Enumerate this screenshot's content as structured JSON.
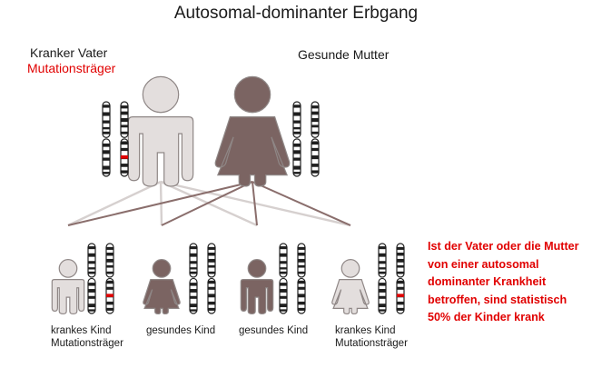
{
  "title": "Autosomal-dominanter Erbgang",
  "father": {
    "label": "Kranker Vater",
    "sublabel": "Mutationsträger"
  },
  "mother": {
    "label": "Gesunde Mutter"
  },
  "children": [
    {
      "label": "krankes Kind",
      "sublabel": "Mutationsträger"
    },
    {
      "label": "gesundes Kind"
    },
    {
      "label": "gesundes Kind"
    },
    {
      "label": "krankes Kind",
      "sublabel": "Mutationsträger"
    }
  ],
  "note": "Ist der Vater oder die Mutter von einer autosomal dominanter Krankheit betroffen, sind statistisch 50% der Kinder krank",
  "colors": {
    "affected": "#e3dedd",
    "healthy": "#7b6462",
    "mutation": "#e10000",
    "line_light": "#d6d0cf",
    "line_dark": "#8a6e6c"
  }
}
